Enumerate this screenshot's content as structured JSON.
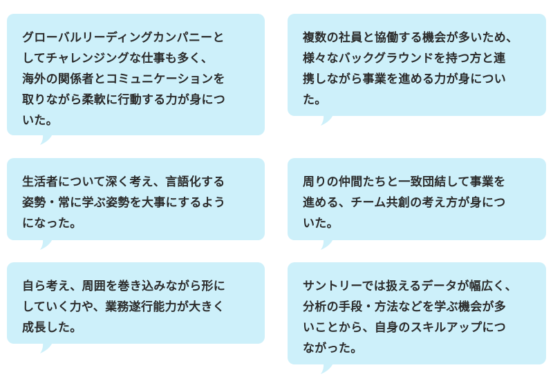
{
  "bubbles": [
    {
      "position": "row1-left",
      "text": "グローバルリーディングカンパニーとしてチャレンジングな仕事も多く、海外の関係者とコミュニケーションを取りながら柔軟に行動する力が身についた。",
      "lines": [
        "グローバルリーディングカンパニーと",
        "してチャレンジングな仕事も多く、",
        "海外の関係者とコミュニケーションを",
        "取りながら柔軟に行動する力が身につ",
        "いた。"
      ]
    },
    {
      "position": "row1-right",
      "text": "複数の社員と協働する機会が多いため、様々なバックグラウンドを持つ方と連携しながら事業を進める力が身についた。",
      "lines": [
        "複数の社員と協働する機会が多いため、",
        "様々なバックグラウンドを持つ方と連",
        "携しながら事業を進める力が身につい",
        "た。"
      ]
    },
    {
      "position": "row2-left",
      "text": "生活者について深く考え、言語化する姿勢・常に学ぶ姿勢を大事にするようになった。",
      "lines": [
        "生活者について深く考え、言語化する",
        "姿勢・常に学ぶ姿勢を大事にするよう",
        "になった。"
      ]
    },
    {
      "position": "row2-right",
      "text": "周りの仲間たちと一致団結して事業を進める、チーム共創の考え方が身についた。",
      "lines": [
        "周りの仲間たちと一致団結して事業を",
        "進める、チーム共創の考え方が身につ",
        "いた。"
      ]
    },
    {
      "position": "row3-left",
      "text": "自ら考え、周囲を巻き込みながら形にしていく力や、業務遂行能力が大きく成長した。",
      "lines": [
        "自ら考え、周囲を巻き込みながら形に",
        "していく力や、業務遂行能力が大きく",
        "成長した。"
      ]
    },
    {
      "position": "row3-right",
      "text": "サントリーでは扱えるデータが幅広く、分析の手段・方法などを学ぶ機会が多いことから、自身のスキルアップにつながった。",
      "lines": [
        "サントリーでは扱えるデータが幅広く、",
        "分析の手段・方法などを学ぶ機会が多",
        "いことから、自身のスキルアップにつ",
        "ながった。"
      ]
    }
  ],
  "colors": {
    "bubble_background": "#cdf0fa",
    "text": "#2b2b2b",
    "page_background": "#ffffff"
  }
}
